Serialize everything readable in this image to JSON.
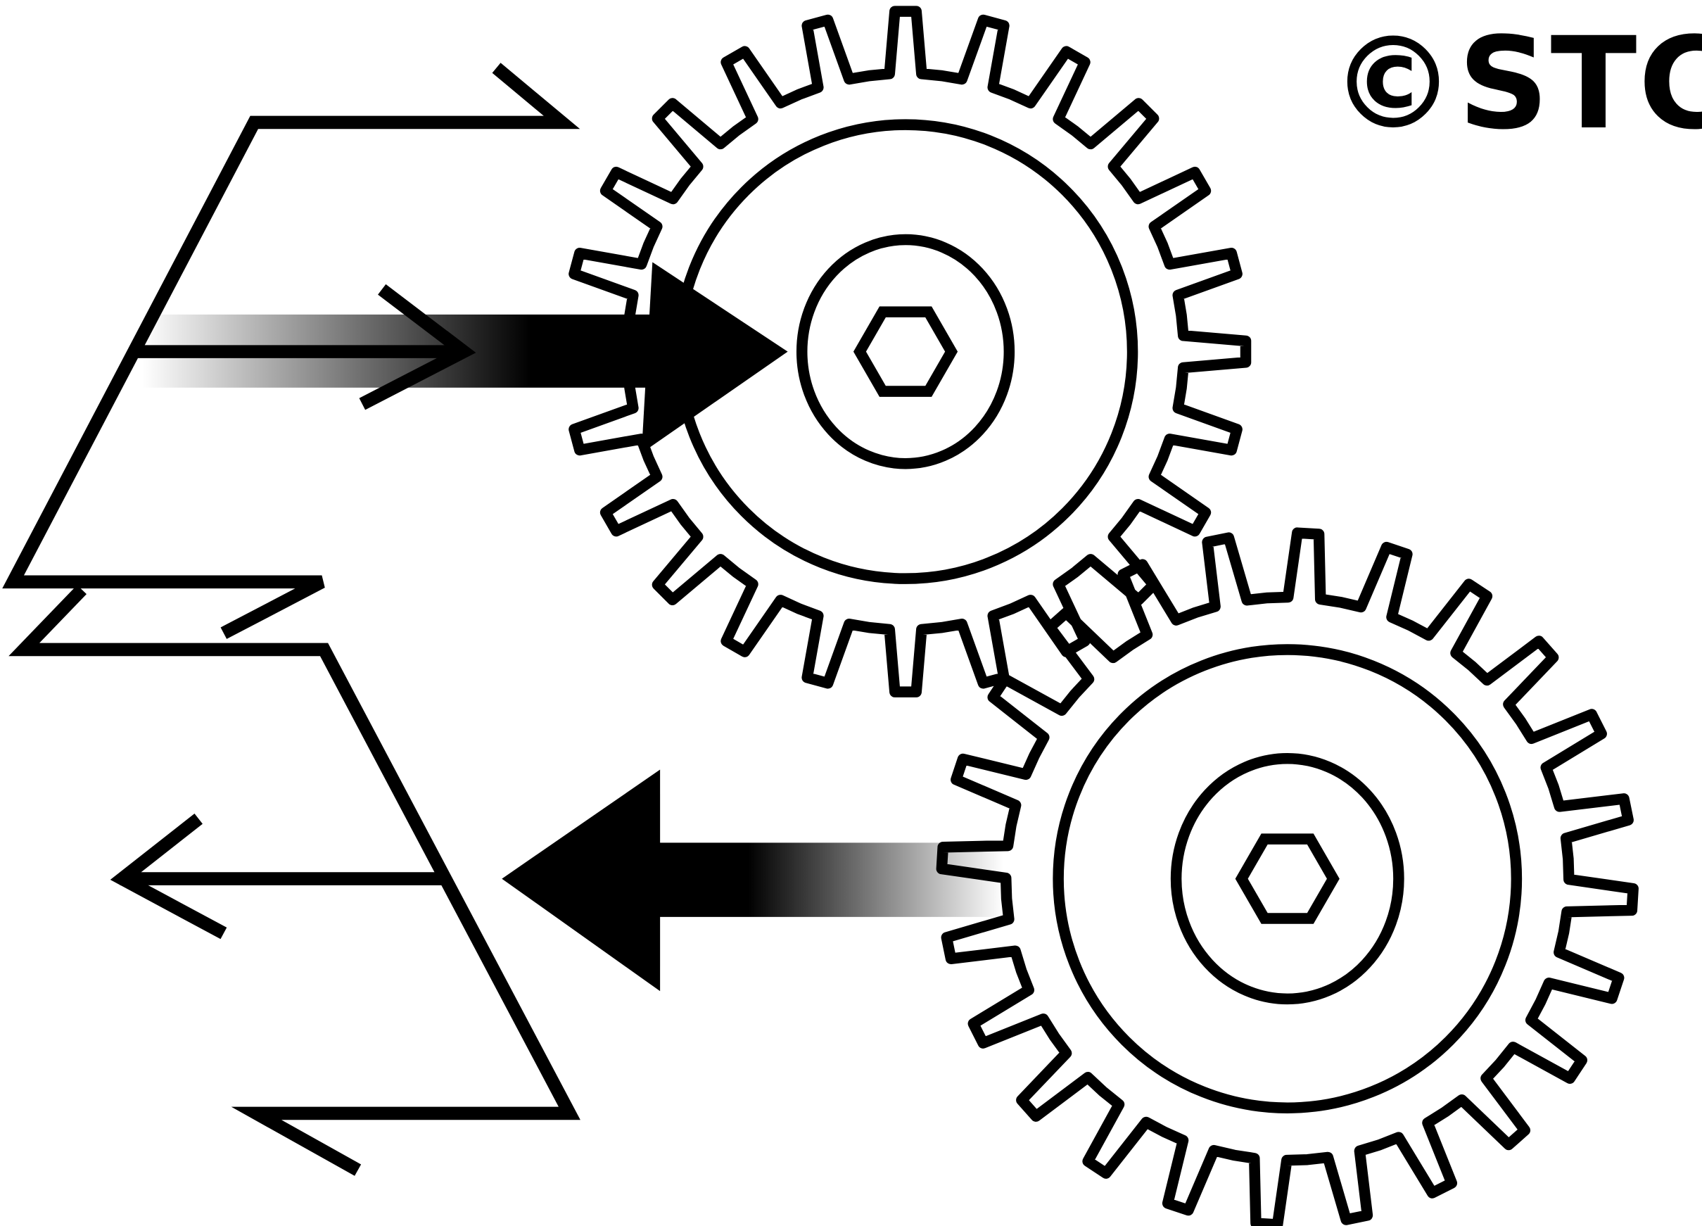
{
  "logo": {
    "text": "©STC"
  },
  "colors": {
    "stroke": "#000000",
    "background": "#ffffff"
  },
  "gears": [
    {
      "name": "upper-gear",
      "teeth": 24
    },
    {
      "name": "lower-gear",
      "teeth": 24
    }
  ]
}
